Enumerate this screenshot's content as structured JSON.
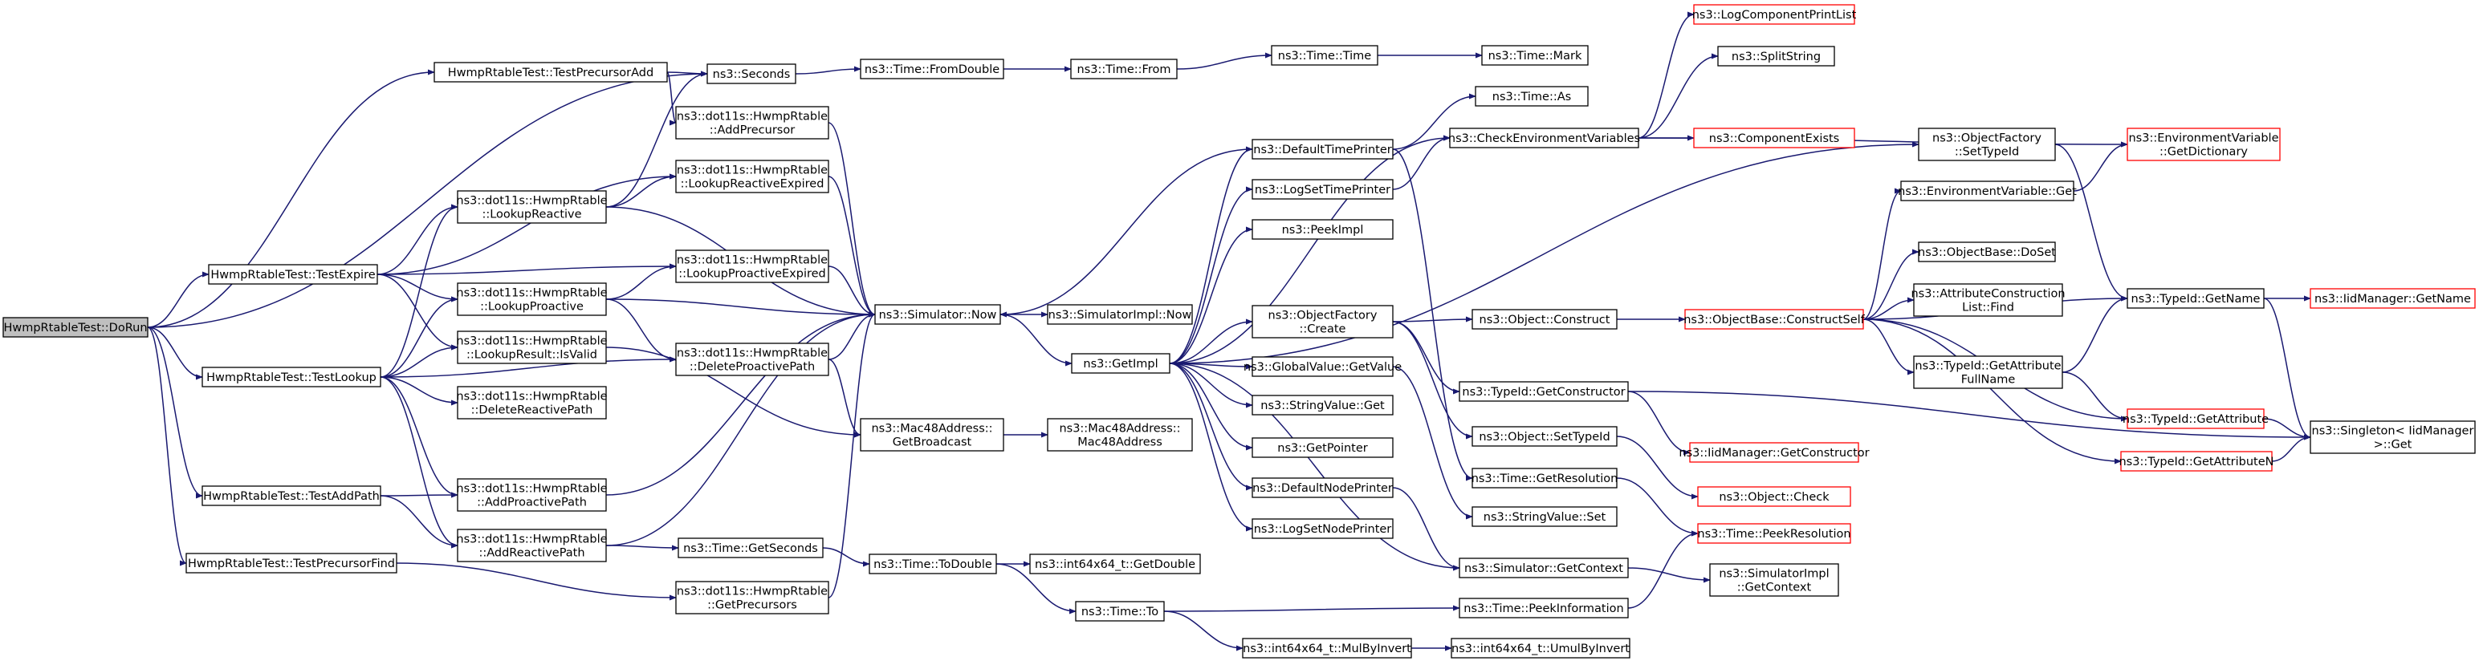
{
  "colors": {
    "edge": "#191970",
    "node_border": "#000000",
    "node_fill": "#ffffff",
    "root_fill": "#bfbfbf",
    "external_border": "#ff0000"
  },
  "nodes": {
    "dorun": {
      "lines": [
        "HwmpRtableTest::DoRun"
      ],
      "style": "root"
    },
    "t_precadd": {
      "lines": [
        "HwmpRtableTest::TestPrecursorAdd"
      ],
      "style": "normal"
    },
    "t_expire": {
      "lines": [
        "HwmpRtableTest::TestExpire"
      ],
      "style": "normal"
    },
    "t_lookup": {
      "lines": [
        "HwmpRtableTest::TestLookup"
      ],
      "style": "normal"
    },
    "t_addpath": {
      "lines": [
        "HwmpRtableTest::TestAddPath"
      ],
      "style": "normal"
    },
    "t_precfind": {
      "lines": [
        "HwmpRtableTest::TestPrecursorFind"
      ],
      "style": "normal"
    },
    "seconds": {
      "lines": [
        "ns3::Seconds"
      ],
      "style": "normal"
    },
    "addprec": {
      "lines": [
        "ns3::dot11s::HwmpRtable",
        "::AddPrecursor"
      ],
      "style": "normal"
    },
    "lookreact": {
      "lines": [
        "ns3::dot11s::HwmpRtable",
        "::LookupReactive"
      ],
      "style": "normal"
    },
    "lookreactexp": {
      "lines": [
        "ns3::dot11s::HwmpRtable",
        "::LookupReactiveExpired"
      ],
      "style": "normal"
    },
    "lookproexp": {
      "lines": [
        "ns3::dot11s::HwmpRtable",
        "::LookupProactiveExpired"
      ],
      "style": "normal"
    },
    "lookpro": {
      "lines": [
        "ns3::dot11s::HwmpRtable",
        "::LookupProactive"
      ],
      "style": "normal"
    },
    "isvalid": {
      "lines": [
        "ns3::dot11s::HwmpRtable",
        "::LookupResult::IsValid"
      ],
      "style": "normal"
    },
    "delreact": {
      "lines": [
        "ns3::dot11s::HwmpRtable",
        "::DeleteReactivePath"
      ],
      "style": "normal"
    },
    "delpro": {
      "lines": [
        "ns3::dot11s::HwmpRtable",
        "::DeleteProactivePath"
      ],
      "style": "normal"
    },
    "addpro": {
      "lines": [
        "ns3::dot11s::HwmpRtable",
        "::AddProactivePath"
      ],
      "style": "normal"
    },
    "addreact": {
      "lines": [
        "ns3::dot11s::HwmpRtable",
        "::AddReactivePath"
      ],
      "style": "normal"
    },
    "getprec": {
      "lines": [
        "ns3::dot11s::HwmpRtable",
        "::GetPrecursors"
      ],
      "style": "normal"
    },
    "fromdouble": {
      "lines": [
        "ns3::Time::FromDouble"
      ],
      "style": "normal"
    },
    "timefrom": {
      "lines": [
        "ns3::Time::From"
      ],
      "style": "normal"
    },
    "timetime": {
      "lines": [
        "ns3::Time::Time"
      ],
      "style": "normal"
    },
    "timemark": {
      "lines": [
        "ns3::Time::Mark"
      ],
      "style": "normal"
    },
    "simnow": {
      "lines": [
        "ns3::Simulator::Now"
      ],
      "style": "normal"
    },
    "simimplnow": {
      "lines": [
        "ns3::SimulatorImpl::Now"
      ],
      "style": "normal"
    },
    "getimpl": {
      "lines": [
        "ns3::GetImpl"
      ],
      "style": "normal"
    },
    "macbcast": {
      "lines": [
        "ns3::Mac48Address::",
        "GetBroadcast"
      ],
      "style": "normal"
    },
    "macctor": {
      "lines": [
        "ns3::Mac48Address::",
        "Mac48Address"
      ],
      "style": "normal"
    },
    "getseconds": {
      "lines": [
        "ns3::Time::GetSeconds"
      ],
      "style": "normal"
    },
    "todouble": {
      "lines": [
        "ns3::Time::ToDouble"
      ],
      "style": "normal"
    },
    "getdouble": {
      "lines": [
        "ns3::int64x64_t::GetDouble"
      ],
      "style": "normal"
    },
    "timeto": {
      "lines": [
        "ns3::Time::To"
      ],
      "style": "normal"
    },
    "mulbyinv": {
      "lines": [
        "ns3::int64x64_t::MulByInvert"
      ],
      "style": "normal"
    },
    "umulbyinv": {
      "lines": [
        "ns3::int64x64_t::UmulByInvert"
      ],
      "style": "normal"
    },
    "deftimeprinter": {
      "lines": [
        "ns3::DefaultTimePrinter"
      ],
      "style": "normal"
    },
    "timeas": {
      "lines": [
        "ns3::Time::As"
      ],
      "style": "normal"
    },
    "logsettime": {
      "lines": [
        "ns3::LogSetTimePrinter"
      ],
      "style": "normal"
    },
    "peekimpl": {
      "lines": [
        "ns3::PeekImpl"
      ],
      "style": "normal"
    },
    "objfactcreate": {
      "lines": [
        "ns3::ObjectFactory",
        "::Create"
      ],
      "style": "normal"
    },
    "globalget": {
      "lines": [
        "ns3::GlobalValue::GetValue"
      ],
      "style": "normal"
    },
    "strvalget": {
      "lines": [
        "ns3::StringValue::Get"
      ],
      "style": "normal"
    },
    "getpointer": {
      "lines": [
        "ns3::GetPointer"
      ],
      "style": "normal"
    },
    "defnodeprinter": {
      "lines": [
        "ns3::DefaultNodePrinter"
      ],
      "style": "normal"
    },
    "logsetnode": {
      "lines": [
        "ns3::LogSetNodePrinter"
      ],
      "style": "normal"
    },
    "checkenv": {
      "lines": [
        "ns3::CheckEnvironmentVariables"
      ],
      "style": "normal"
    },
    "logcomplist": {
      "lines": [
        "ns3::LogComponentPrintList"
      ],
      "style": "external"
    },
    "splitstring": {
      "lines": [
        "ns3::SplitString"
      ],
      "style": "normal"
    },
    "compexists": {
      "lines": [
        "ns3::ComponentExists"
      ],
      "style": "external"
    },
    "objconstruct": {
      "lines": [
        "ns3::Object::Construct"
      ],
      "style": "normal"
    },
    "getctor": {
      "lines": [
        "ns3::TypeId::GetConstructor"
      ],
      "style": "normal"
    },
    "settypeid_obj": {
      "lines": [
        "ns3::Object::SetTypeId"
      ],
      "style": "normal"
    },
    "getresolution": {
      "lines": [
        "ns3::Time::GetResolution"
      ],
      "style": "normal"
    },
    "strvalset": {
      "lines": [
        "ns3::StringValue::Set"
      ],
      "style": "normal"
    },
    "simgetctx": {
      "lines": [
        "ns3::Simulator::GetContext"
      ],
      "style": "normal"
    },
    "peekinfo": {
      "lines": [
        "ns3::Time::PeekInformation"
      ],
      "style": "normal"
    },
    "constructself": {
      "lines": [
        "ns3::ObjectBase::ConstructSelf"
      ],
      "style": "external"
    },
    "iidgetctor": {
      "lines": [
        "ns3::IidManager::GetConstructor"
      ],
      "style": "external"
    },
    "objcheck": {
      "lines": [
        "ns3::Object::Check"
      ],
      "style": "external"
    },
    "peekres": {
      "lines": [
        "ns3::Time::PeekResolution"
      ],
      "style": "external"
    },
    "simimplctx": {
      "lines": [
        "ns3::SimulatorImpl",
        "::GetContext"
      ],
      "style": "normal"
    },
    "factsettypeid": {
      "lines": [
        "ns3::ObjectFactory",
        "::SetTypeId"
      ],
      "style": "normal"
    },
    "envget": {
      "lines": [
        "ns3::EnvironmentVariable::Get"
      ],
      "style": "normal"
    },
    "doset": {
      "lines": [
        "ns3::ObjectBase::DoSet"
      ],
      "style": "normal"
    },
    "attrfind": {
      "lines": [
        "ns3::AttributeConstruction",
        "List::Find"
      ],
      "style": "normal"
    },
    "getattrfull": {
      "lines": [
        "ns3::TypeId::GetAttribute",
        "FullName"
      ],
      "style": "normal"
    },
    "envdict": {
      "lines": [
        "ns3::EnvironmentVariable",
        "::GetDictionary"
      ],
      "style": "external"
    },
    "typeidname": {
      "lines": [
        "ns3::TypeId::GetName"
      ],
      "style": "normal"
    },
    "getattr": {
      "lines": [
        "ns3::TypeId::GetAttribute"
      ],
      "style": "external"
    },
    "getattrn": {
      "lines": [
        "ns3::TypeId::GetAttributeN"
      ],
      "style": "external"
    },
    "iidname": {
      "lines": [
        "ns3::IidManager::GetName"
      ],
      "style": "external"
    },
    "singleton": {
      "lines": [
        "ns3::Singleton< IidManager",
        " >::Get"
      ],
      "style": "normal"
    }
  }
}
